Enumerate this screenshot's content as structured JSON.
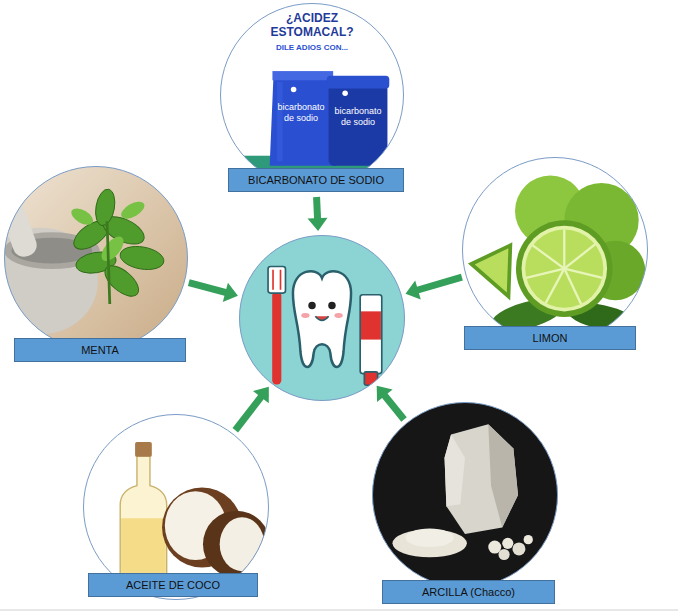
{
  "diagram": {
    "nodes": [
      {
        "text": [
          "BICARBONATO DE SODIO"
        ]
      },
      {
        "text": [
          "MENTA"
        ]
      },
      {
        "text": []
      },
      {
        "text": [
          "LIMON"
        ]
      },
      {
        "text": [
          "ACEITE DE COCO"
        ]
      },
      {
        "text": [
          "ARCILLA (Chacco)"
        ]
      }
    ],
    "edges": [
      {
        "from": 0,
        "to": 2,
        "arrow": "to"
      },
      {
        "from": 1,
        "to": 2,
        "arrow": "to"
      },
      {
        "from": 3,
        "to": 2,
        "arrow": "to"
      },
      {
        "from": 4,
        "to": 2,
        "arrow": "to"
      },
      {
        "from": 5,
        "to": 2,
        "arrow": "to"
      }
    ],
    "labels": [
      "¿ACIDEZ ESTOMACAL?",
      "DILE ADIOS CON...",
      "bicarbonato de sodio",
      "bicarbonato de sodio"
    ]
  }
}
